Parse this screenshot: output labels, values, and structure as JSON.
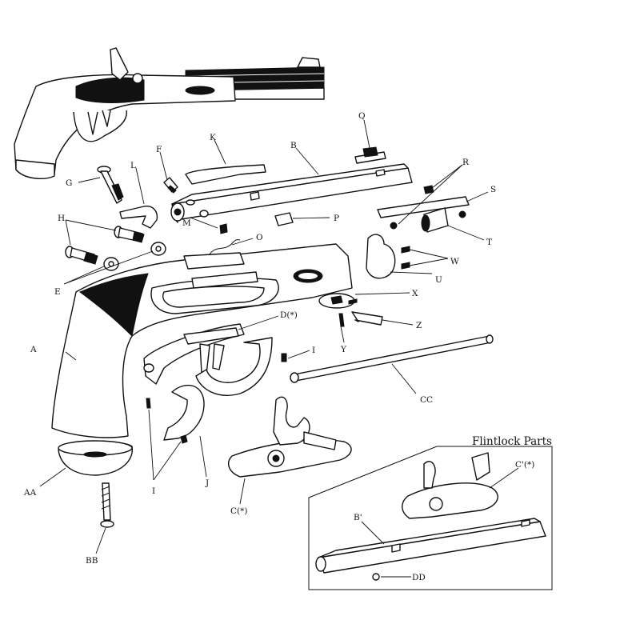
{
  "labels": {
    "A": "A",
    "AA": "AA",
    "B": "B",
    "B_prime": "B'",
    "BB": "BB",
    "C": "C(*)",
    "C_prime": "C'(*)",
    "CC": "CC",
    "D": "D(*)",
    "DD": "DD",
    "E": "E",
    "F": "F",
    "G": "G",
    "H": "H",
    "I_top": "I",
    "I_bottom": "I",
    "J": "J",
    "K": "K",
    "L": "L",
    "M": "M",
    "O": "O",
    "P": "P",
    "Q": "Q",
    "R": "R",
    "S": "S",
    "T": "T",
    "U": "U",
    "W": "W",
    "X": "X",
    "Y": "Y",
    "Z": "Z"
  },
  "inset": {
    "title": "Flintlock Parts"
  }
}
